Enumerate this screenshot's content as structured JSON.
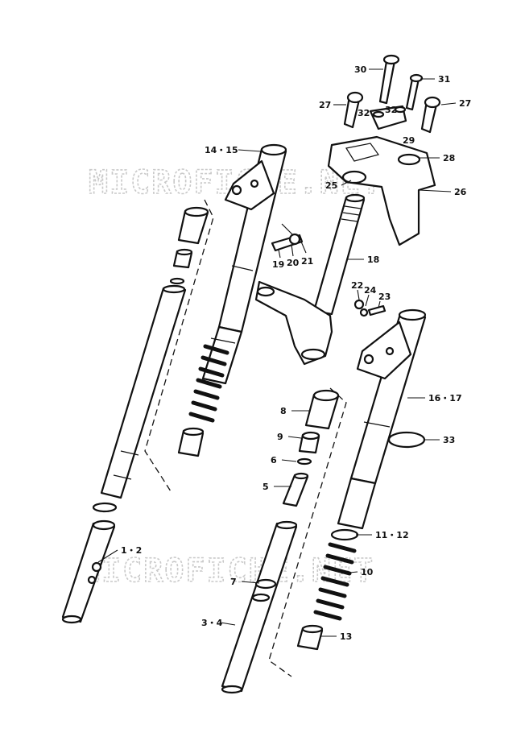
{
  "watermark": {
    "upper": "MICROFICHE.NET",
    "lower": "MICROFICHE.NET"
  },
  "labels": {
    "p1_2": "1・2",
    "p3_4": "3・4",
    "p5": "5",
    "p6": "6",
    "p7": "7",
    "p8": "8",
    "p9": "9",
    "p10": "10",
    "p11_12": "11・12",
    "p13": "13",
    "p14_15": "14・15",
    "p16_17": "16・17",
    "p18": "18",
    "p19": "19",
    "p20": "20",
    "p21": "21",
    "p22": "22",
    "p23": "23",
    "p24": "24",
    "p25": "25",
    "p26": "26",
    "p27a": "27",
    "p27b": "27",
    "p28": "28",
    "p29": "29",
    "p30": "30",
    "p31": "31",
    "p32a": "32",
    "p32b": "32",
    "p33": "33"
  }
}
